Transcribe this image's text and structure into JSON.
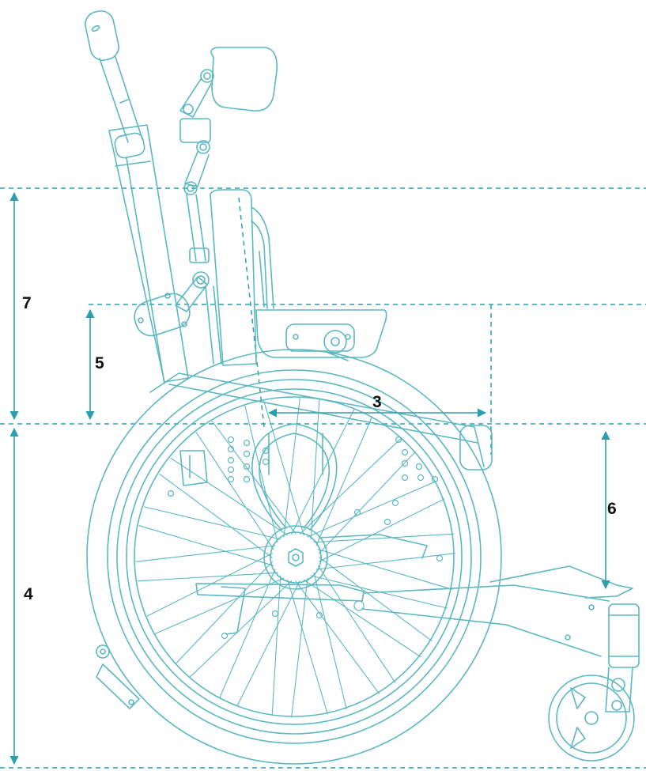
{
  "colors": {
    "line": "#5bb8c2",
    "dimension": "#2b9fae",
    "label": "#111111",
    "background": "#ffffff"
  },
  "dimensions": [
    {
      "id": "3",
      "label": "3"
    },
    {
      "id": "4",
      "label": "4"
    },
    {
      "id": "5",
      "label": "5"
    },
    {
      "id": "6",
      "label": "6"
    },
    {
      "id": "7",
      "label": "7"
    }
  ]
}
